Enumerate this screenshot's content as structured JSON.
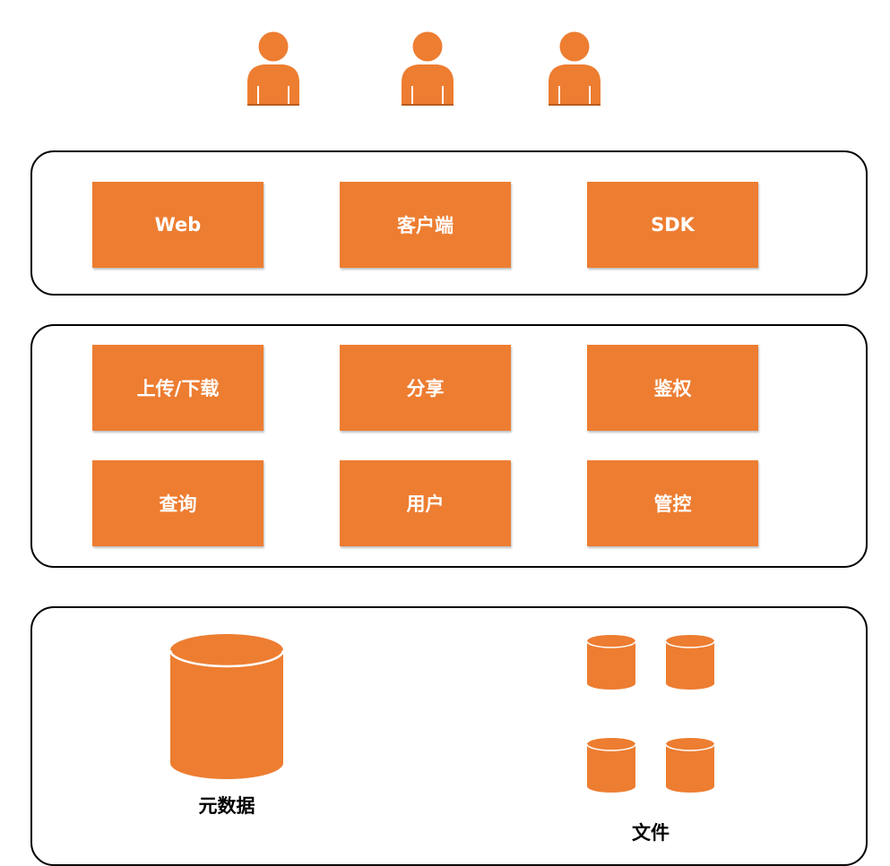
{
  "colors": {
    "accent": "#ed7d31",
    "border": "#000000",
    "background": "#ffffff"
  },
  "users": [
    {
      "icon": "user-icon"
    },
    {
      "icon": "user-icon"
    },
    {
      "icon": "user-icon"
    }
  ],
  "access_layer": {
    "modules": [
      "Web",
      "客户端",
      "SDK"
    ]
  },
  "service_layer": {
    "modules": [
      "上传/下载",
      "分享",
      "鉴权",
      "查询",
      "用户",
      "管控"
    ]
  },
  "storage_layer": {
    "metadata": {
      "label": "元数据",
      "icon": "database-icon"
    },
    "files": {
      "label": "文件",
      "icon": "database-icon",
      "count": 4
    }
  }
}
